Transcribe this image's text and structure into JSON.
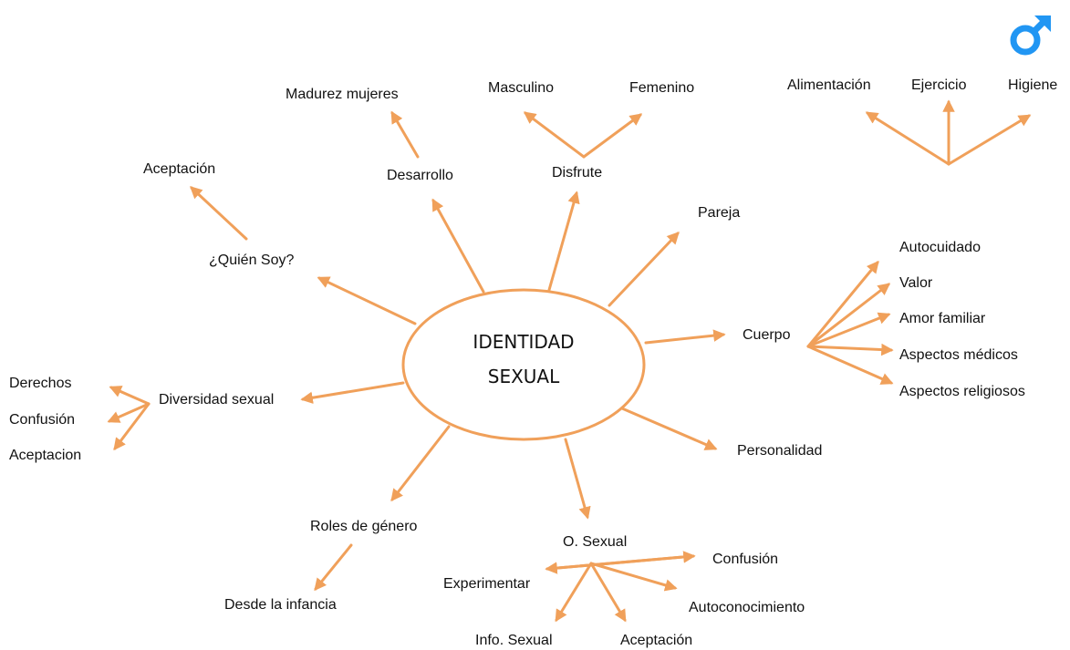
{
  "center": {
    "line1": "IDENTIDAD",
    "line2": "SEXUAL"
  },
  "nodes": {
    "madurez": "Madurez mujeres",
    "desarrollo": "Desarrollo",
    "masculino": "Masculino",
    "femenino": "Femenino",
    "disfrute": "Disfrute",
    "alimentacion": "Alimentación",
    "ejercicio": "Ejercicio",
    "higiene": "Higiene",
    "aceptacion_top": "Aceptación",
    "quien_soy": "¿Quién Soy?",
    "pareja": "Pareja",
    "autocuidado": "Autocuidado",
    "valor": "Valor",
    "amor_familiar": "Amor familiar",
    "cuerpo": "Cuerpo",
    "aspectos_medicos": "Aspectos médicos",
    "aspectos_religiosos": "Aspectos religiosos",
    "derechos": "Derechos",
    "diversidad": "Diversidad sexual",
    "confusion_left": "Confusión",
    "aceptacion_left": "Aceptacion",
    "personalidad": "Personalidad",
    "roles": "Roles de género",
    "desde_infancia": "Desde la infancia",
    "o_sexual": "O. Sexual",
    "confusion_bottom": "Confusión",
    "experimentar": "Experimentar",
    "autoconocimiento": "Autoconocimiento",
    "info_sexual": "Info. Sexual",
    "aceptacion_bottom": "Aceptación"
  },
  "colors": {
    "arrow": "#f0a05a",
    "ellipse_stroke": "#f0a05a",
    "icon": "#2196f3"
  },
  "icons": {
    "corner": "male-symbol-icon"
  }
}
